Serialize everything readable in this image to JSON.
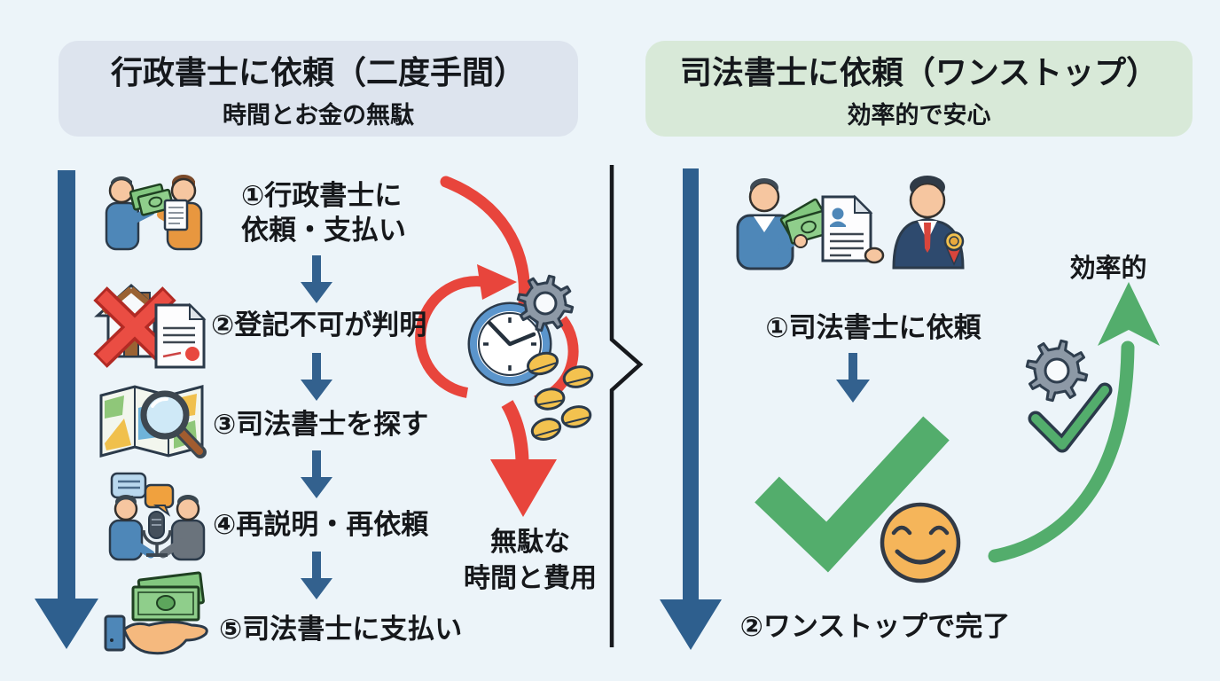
{
  "page": {
    "background": "#ecf4f9",
    "divider_color": "#17191d"
  },
  "left_panel": {
    "header": {
      "title": "行政書士に依頼（二度手間）",
      "subtitle": "時間とお金の無駄",
      "bg": "#dde4ee"
    },
    "steps": [
      {
        "lines": [
          "①行政書士に",
          "依頼・支払い"
        ],
        "icon": "payment-handover-icon"
      },
      {
        "lines": [
          "②登記不可が判明"
        ],
        "icon": "house-rejected-icon"
      },
      {
        "lines": [
          "③司法書士を探す"
        ],
        "icon": "map-search-icon"
      },
      {
        "lines": [
          "④再説明・再依頼"
        ],
        "icon": "discussion-icon"
      },
      {
        "lines": [
          "⑤司法書士に支払い"
        ],
        "icon": "hand-money-icon"
      }
    ],
    "waste_label": {
      "line1": "無駄な",
      "line2": "時間と費用"
    }
  },
  "right_panel": {
    "header": {
      "title": "司法書士に依頼（ワンストップ）",
      "subtitle": "効率的で安心",
      "bg": "#d8e9d8"
    },
    "steps": [
      {
        "lines": [
          "①司法書士に依頼"
        ],
        "icon": "client-scrivener-icon"
      },
      {
        "lines": [
          "②ワンストップで完了"
        ],
        "icon": "checkmark-smiley-icon"
      }
    ],
    "efficiency_label": "効率的"
  },
  "colors": {
    "flow_arrow_blue": "#2e5f8e",
    "loss_red": "#e8453c",
    "success_green": "#53ad6c",
    "coin_gold": "#f3c24f",
    "gear_gray": "#8d99a6",
    "money_green": "#82c77f",
    "skin": "#f6c6a0",
    "suit_navy": "#2e4a6e"
  }
}
